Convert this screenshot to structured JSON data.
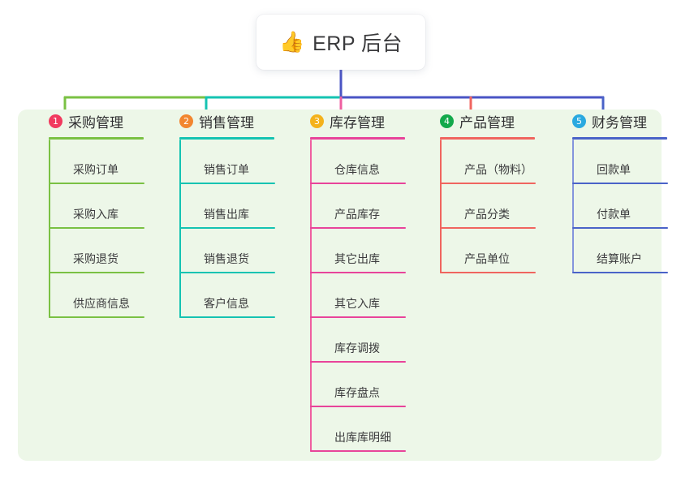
{
  "root": {
    "emoji": "👍",
    "emoji_name": "thumbs-up-icon",
    "title": "ERP 后台"
  },
  "colors": {
    "panel_background": "#edf7e8",
    "page_background": "#ffffff",
    "card_background": "#ffffff",
    "root_connector": "#4a54c4",
    "bus_left": "#7ac143",
    "bus_mid": "#15c3b2",
    "bus_right": "#4a54c4"
  },
  "columns": [
    {
      "number": "1",
      "title": "采购管理",
      "badge_color": "#f13a5e",
      "line_color": "#7ac143",
      "drop_color": "#7ac143",
      "items": [
        "采购订单",
        "采购入库",
        "采购退货",
        "供应商信息"
      ]
    },
    {
      "number": "2",
      "title": "销售管理",
      "badge_color": "#f2862f",
      "line_color": "#15c3b2",
      "drop_color": "#15c3b2",
      "items": [
        "销售订单",
        "销售出库",
        "销售退货",
        "客户信息"
      ]
    },
    {
      "number": "3",
      "title": "库存管理",
      "badge_color": "#f4b21c",
      "line_color": "#e8449a",
      "drop_color": "#ef5fa0",
      "items": [
        "仓库信息",
        "产品库存",
        "其它出库",
        "其它入库",
        "库存调拨",
        "库存盘点",
        "出库库明细"
      ]
    },
    {
      "number": "4",
      "title": "产品管理",
      "badge_color": "#13a94b",
      "line_color": "#f0655f",
      "drop_color": "#f0655f",
      "items": [
        "产品（物料）",
        "产品分类",
        "产品单位"
      ]
    },
    {
      "number": "5",
      "title": "财务管理",
      "badge_color": "#2aa9e0",
      "line_color": "#4a63c8",
      "drop_color": "#8495dd",
      "items": [
        "回款单",
        "付款单",
        "结算账户"
      ]
    }
  ]
}
